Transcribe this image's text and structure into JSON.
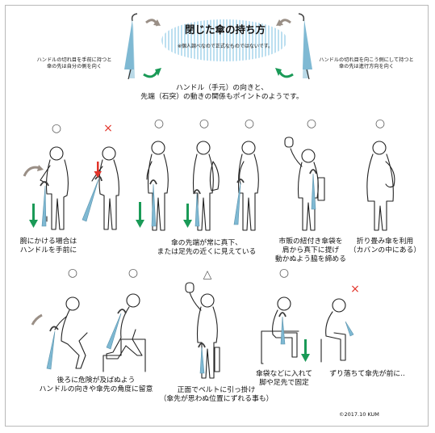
{
  "title": "閉じた傘の持ち方",
  "subtitle": "※個人調べなので正式なものではないです。",
  "top_left_note": [
    "ハンドルの切れ目を手前に持つと",
    "傘の先は自分の側を向く"
  ],
  "top_right_note": [
    "ハンドルの切れ目を向こう側にして持つと",
    "傘の先は進行方向を向く"
  ],
  "intro": [
    "ハンドル（手元）の向きと、",
    "先端（石突）の動きの関係もポイントのようです。"
  ],
  "marks": {
    "good": "○",
    "bad": "×",
    "fair": "△",
    "colors": {
      "good": "#5e5e5e",
      "bad": "#e2342a",
      "fair": "#5e5e5e",
      "umbrella": "#7fb9d3",
      "arrow_green": "#1a9a57",
      "arrow_gray": "#9a8f86"
    }
  },
  "captions": {
    "c1": [
      "腕にかける場合は",
      "ハンドルを手前に"
    ],
    "c2": [
      "傘の先端が常に真下、",
      "または足先の近くに見えている"
    ],
    "c3": [
      "市販の紐付き傘袋を",
      "肩から真下に提げ",
      "動かぬよう脇を締める"
    ],
    "c4": [
      "折り畳み傘を利用",
      "（カバンの中にある）"
    ],
    "c5": [
      "後ろに危険が及ばぬよう",
      "ハンドルの向きや傘先の角度に留意"
    ],
    "c6": [
      "正面でベルトに引っ掛け",
      "（傘先が思わぬ位置にずれる事も）"
    ],
    "c7": [
      "傘袋などに入れて",
      "脚や足先で固定"
    ],
    "c8": [
      "ずり落ちて傘先が前に.."
    ]
  },
  "credit": "©2017.10   KUM"
}
